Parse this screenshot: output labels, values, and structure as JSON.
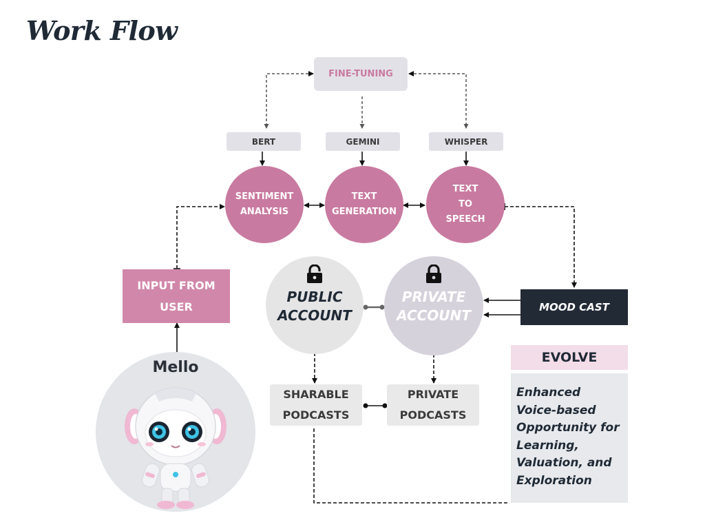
{
  "title": "Work Flow",
  "fine_tuning": "FINE-TUNING",
  "models": {
    "bert": "BERT",
    "gemini": "GEMINI",
    "whisper": "WHISPER"
  },
  "processes": {
    "sentiment": "SENTIMENT\nANALYSIS",
    "generation": "TEXT\nGENERATION",
    "speech": "TEXT\nTO\nSPEECH"
  },
  "input": "INPUT FROM\nUSER",
  "accounts": {
    "public": "PUBLIC\nACCOUNT",
    "private": "PRIVATE\nACCOUNT"
  },
  "mood_cast": "MOOD CAST",
  "podcasts": {
    "sharable": "SHARABLE\nPODCASTS",
    "private": "PRIVATE\nPODCASTS"
  },
  "mello": "Mello",
  "evolve": {
    "heading": "EVOLVE",
    "description": "Enhanced\nVoice-based\nOpportunity for\nLearning,\nValuation, and\nExploration"
  },
  "colors": {
    "pink": "#c97aa0",
    "dark": "#222a35",
    "grey": "#e3e1e8"
  }
}
